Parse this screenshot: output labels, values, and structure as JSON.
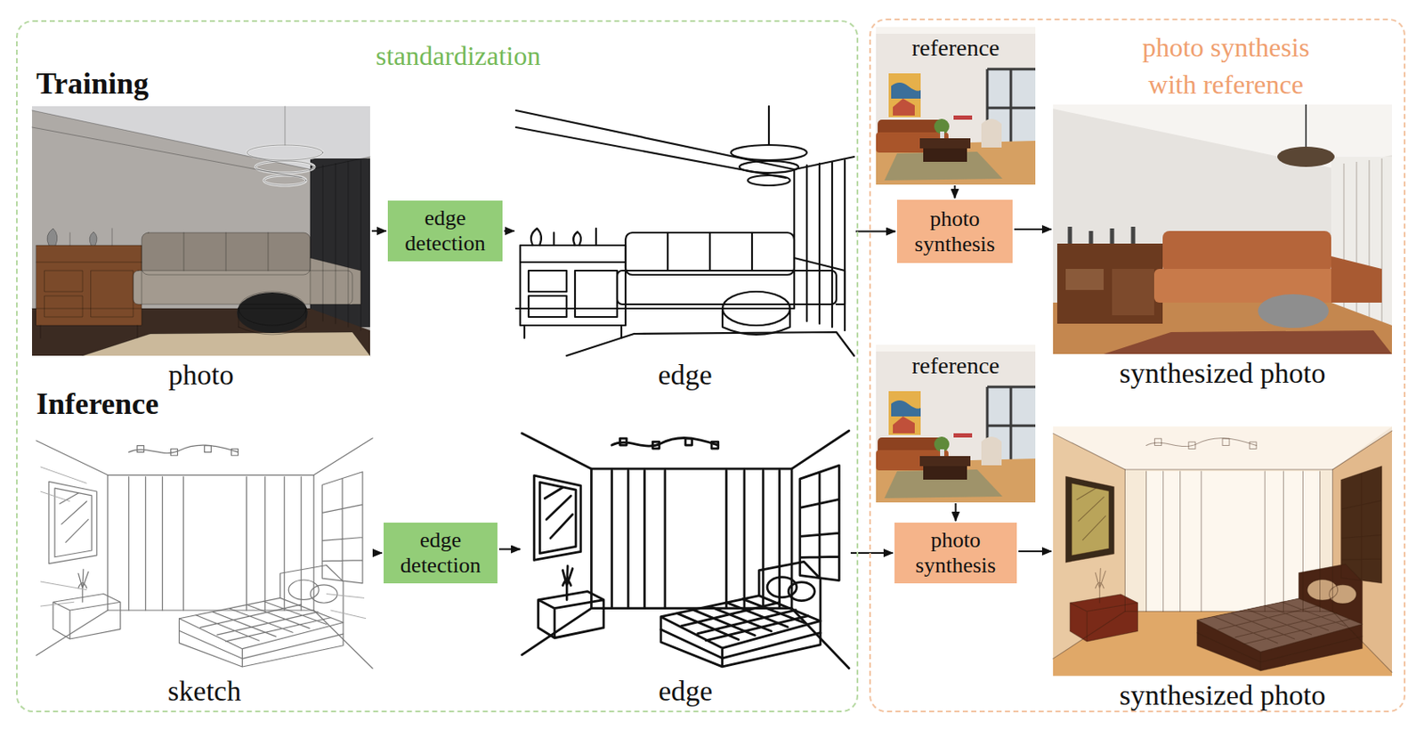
{
  "diagram": {
    "nodes": [
      {
        "text": [
          "standardization"
        ]
      },
      {
        "text": [
          "photo"
        ],
        "in": 0
      },
      {
        "text": [
          "edge detection"
        ],
        "in": 0
      },
      {
        "text": [
          "edge"
        ],
        "in": 0
      },
      {
        "text": [
          "sketch"
        ],
        "in": 0
      },
      {
        "text": [
          "edge detection"
        ],
        "in": 0
      },
      {
        "text": [
          "edge"
        ],
        "in": 0
      },
      {
        "text": [
          "photo synthesis with reference"
        ]
      },
      {
        "text": [
          "reference"
        ],
        "in": 7
      },
      {
        "text": [
          "photo synthesis"
        ],
        "in": 7
      },
      {
        "text": [
          "synthesized photo"
        ],
        "in": 7
      },
      {
        "text": [
          "reference"
        ],
        "in": 7
      },
      {
        "text": [
          "photo synthesis"
        ],
        "in": 7
      },
      {
        "text": [
          "synthesized photo"
        ],
        "in": 7
      }
    ],
    "edges": [
      {
        "from": 1,
        "to": 2,
        "arrow": "to"
      },
      {
        "from": 2,
        "to": 3,
        "arrow": "to"
      },
      {
        "from": 3,
        "to": 9,
        "arrow": "to"
      },
      {
        "from": 8,
        "to": 9,
        "arrow": "to"
      },
      {
        "from": 9,
        "to": 10,
        "arrow": "to"
      },
      {
        "from": 4,
        "to": 5,
        "arrow": "to"
      },
      {
        "from": 5,
        "to": 6,
        "arrow": "to"
      },
      {
        "from": 6,
        "to": 12,
        "arrow": "to"
      },
      {
        "from": 11,
        "to": 12,
        "arrow": "to"
      },
      {
        "from": 12,
        "to": 13,
        "arrow": "to"
      }
    ],
    "labels": [
      "Training",
      "Inference"
    ]
  }
}
